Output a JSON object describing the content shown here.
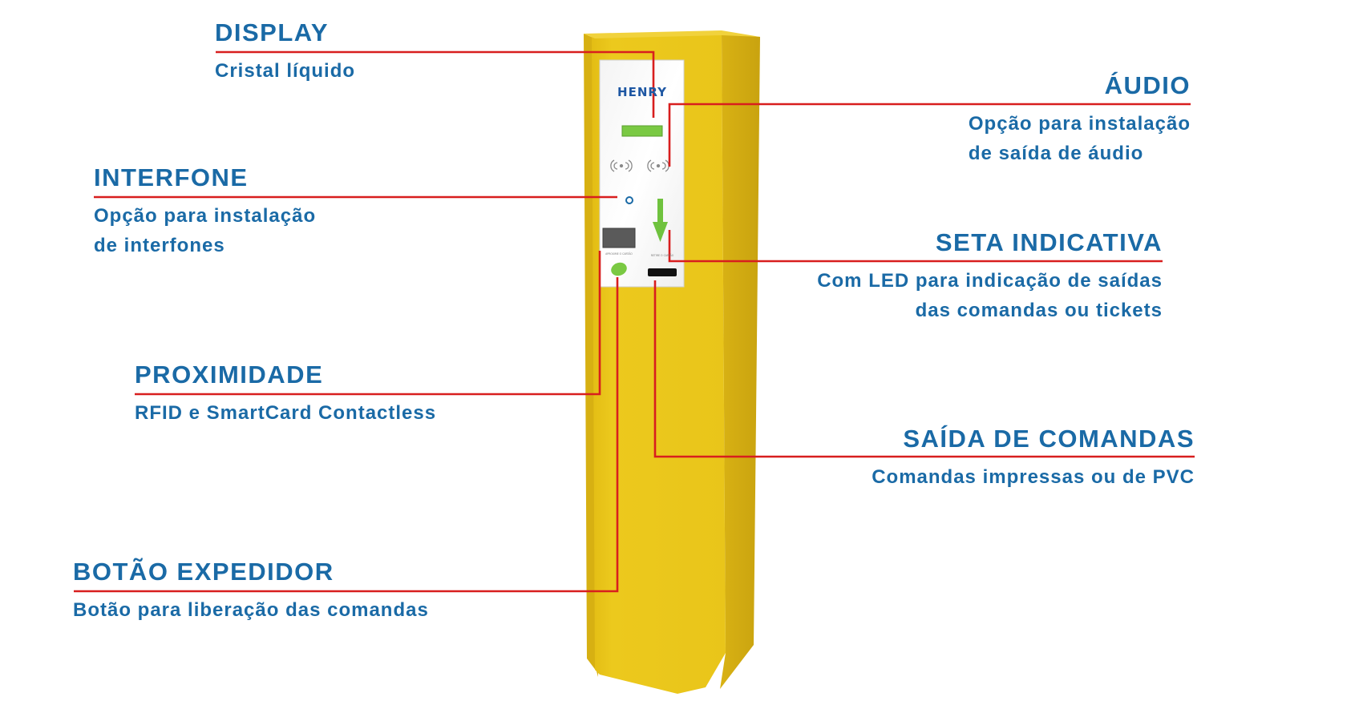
{
  "brand": "HENRY",
  "panel": {
    "proximity_reader_caption": "APROXIME O CARTÃO",
    "ticket_slot_caption": "RETIRE O CARTÃO"
  },
  "callouts": {
    "display": {
      "title": "DISPLAY",
      "lines": [
        "Cristal líquido"
      ]
    },
    "audio": {
      "title": "ÁUDIO",
      "lines": [
        "Opção para instalação",
        "de saída de áudio"
      ]
    },
    "interfone": {
      "title": "INTERFONE",
      "lines": [
        "Opção para instalação",
        "de interfones"
      ]
    },
    "seta": {
      "title": "SETA INDICATIVA",
      "lines": [
        "Com LED para indicação de saídas",
        "das comandas ou tickets"
      ]
    },
    "proximidade": {
      "title": "PROXIMIDADE",
      "lines": [
        "RFID e SmartCard Contactless"
      ]
    },
    "saida": {
      "title": "SAÍDA DE COMANDAS",
      "lines": [
        "Comandas impressas ou de PVC"
      ]
    },
    "botao": {
      "title": "BOTÃO EXPEDIDOR",
      "lines": [
        "Botão para liberação das comandas"
      ]
    }
  },
  "colors": {
    "text_blue": "#1a6aa6",
    "leader_red": "#d81e1e",
    "totem_yellow": "#e6c41c",
    "led_green": "#6fc23e"
  }
}
